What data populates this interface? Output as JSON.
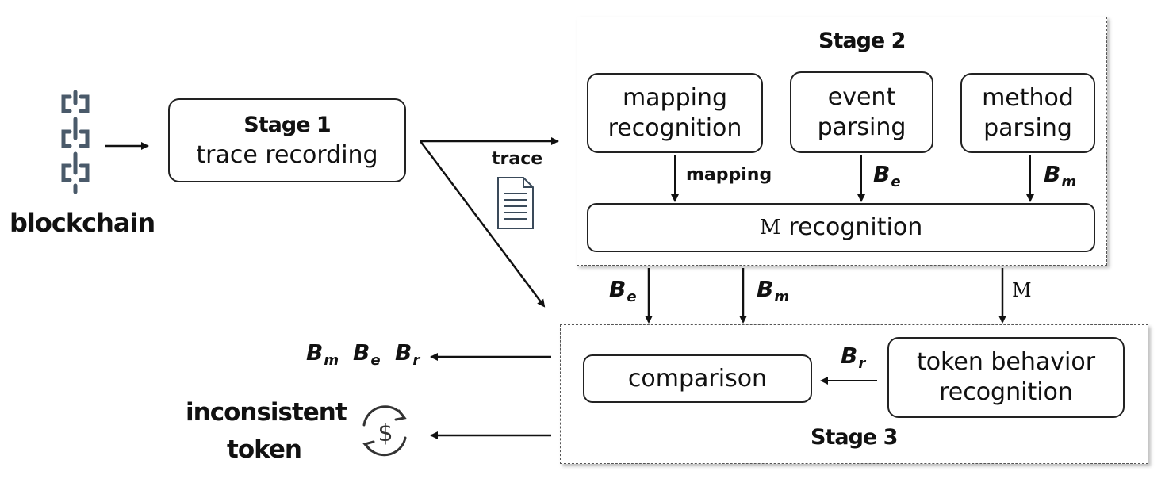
{
  "left": {
    "blockchain_label": "blockchain",
    "icon": "blockchain-chain-icon"
  },
  "stage1": {
    "title": "Stage 1",
    "subtitle": "trace recording"
  },
  "trace": {
    "label": "trace",
    "icon": "document-icon"
  },
  "stage2": {
    "title": "Stage 2",
    "boxes": [
      {
        "line1": "mapping",
        "line2": "recognition"
      },
      {
        "line1": "event",
        "line2": "parsing"
      },
      {
        "line1": "method",
        "line2": "parsing"
      }
    ],
    "arrow_labels": {
      "mapping": "mapping",
      "be_base": "B",
      "be_sub": "e",
      "bm_base": "B",
      "bm_sub": "m"
    },
    "m_box": {
      "symbol": "M",
      "text": "recognition"
    }
  },
  "between": {
    "be_base": "B",
    "be_sub": "e",
    "bm_base": "B",
    "bm_sub": "m",
    "m_symbol": "M"
  },
  "stage3": {
    "title": "Stage 3",
    "comparison": "comparison",
    "token_box": {
      "line1": "token behavior",
      "line2": "recognition"
    },
    "br_base": "B",
    "br_sub": "r"
  },
  "outputs": {
    "bm_base": "B",
    "bm_sub": "m",
    "be_base": "B",
    "be_sub": "e",
    "br_base": "B",
    "br_sub": "r",
    "inconsistent_line1": "inconsistent",
    "inconsistent_line2": "token",
    "icon": "dollar-cycle-icon"
  }
}
